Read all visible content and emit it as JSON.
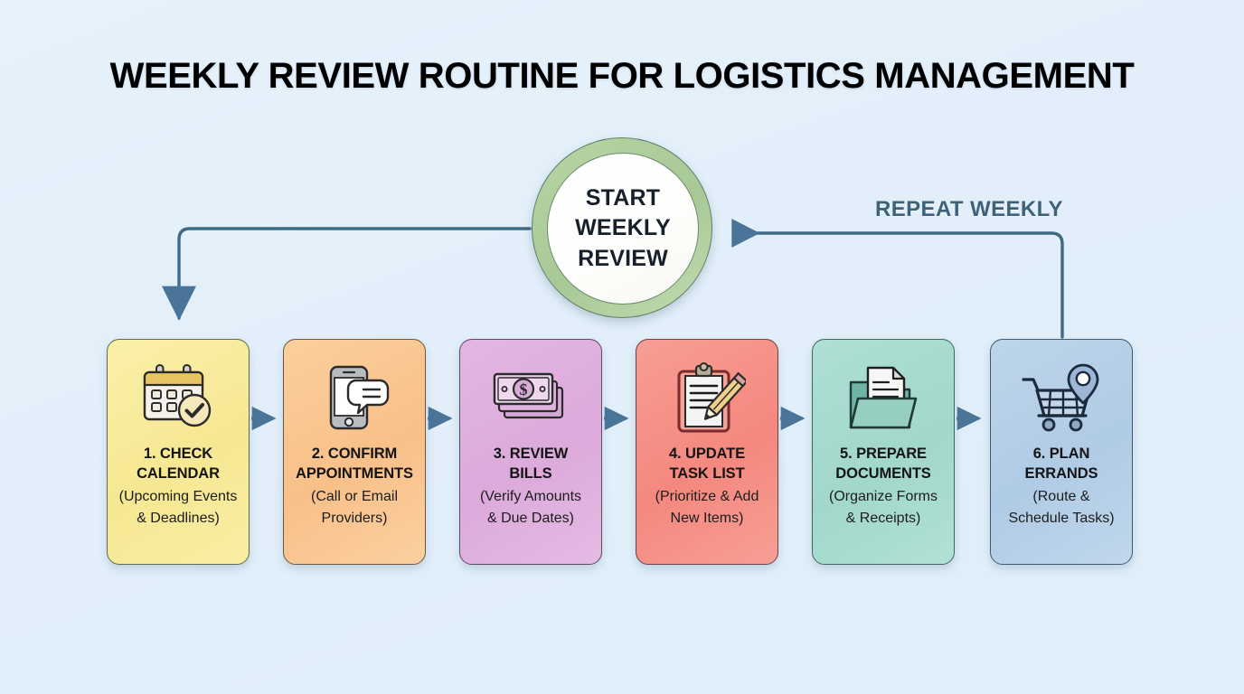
{
  "title": "WEEKLY REVIEW ROUTINE FOR LOGISTICS MANAGEMENT",
  "background_color": "#e4f0fa",
  "start_node": {
    "name": "start-weekly-review",
    "line1": "START",
    "line2": "WEEKLY",
    "line3": "REVIEW",
    "ring_color": "#aecb9c",
    "fill_color": "#ffffff",
    "border_color": "#5f7e66"
  },
  "loop": {
    "label": "REPEAT WEEKLY",
    "label_color": "#3d6279",
    "line_color": "#3e6a86"
  },
  "connector_color": "#4a7498",
  "steps": [
    {
      "number": "1.",
      "title": "1. CHECK\nCALENDAR",
      "title_line1": "1. CHECK",
      "title_line2": "CALENDAR",
      "subtitle_line1": "(Upcoming Events",
      "subtitle_line2": "& Deadlines)",
      "icon": "calendar-check-icon",
      "fill_color": "#f7ea99",
      "border_color": "#5d6b52"
    },
    {
      "number": "2.",
      "title_line1": "2. CONFIRM",
      "title_line2": "APPOINTMENTS",
      "subtitle_line1": "(Call or Email",
      "subtitle_line2": "Providers)",
      "icon": "phone-message-icon",
      "fill_color": "#f8c48c",
      "border_color": "#6b5742"
    },
    {
      "number": "3.",
      "title_line1": "3. REVIEW",
      "title_line2": "BILLS",
      "subtitle_line1": "(Verify Amounts",
      "subtitle_line2": "& Due Dates)",
      "icon": "banknotes-dollar-icon",
      "fill_color": "#dfaedd",
      "border_color": "#5d4a63"
    },
    {
      "number": "4.",
      "title_line1": "4. UPDATE",
      "title_line2": "TASK LIST",
      "subtitle_line1": "(Prioritize & Add",
      "subtitle_line2": "New Items)",
      "icon": "clipboard-pencil-icon",
      "fill_color": "#f49188",
      "border_color": "#6b4246"
    },
    {
      "number": "5.",
      "title_line1": "5. PREPARE",
      "title_line2": "DOCUMENTS",
      "subtitle_line1": "(Organize Forms",
      "subtitle_line2": "& Receipts)",
      "icon": "folder-document-icon",
      "fill_color": "#a8dbd0",
      "border_color": "#3f6760"
    },
    {
      "number": "6.",
      "title_line1": "6. PLAN",
      "title_line2": "ERRANDS",
      "subtitle_line1": "(Route &",
      "subtitle_line2": "Schedule Tasks)",
      "icon": "cart-location-icon",
      "fill_color": "#b5cfe8",
      "border_color": "#3f5a72"
    }
  ]
}
